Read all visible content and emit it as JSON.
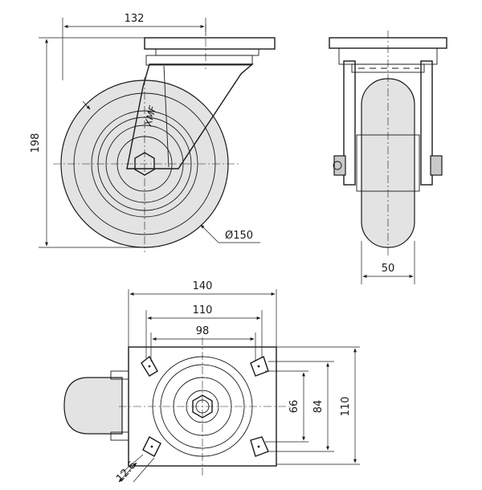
{
  "dimensions": {
    "plate_width_side": "132",
    "total_height": "198",
    "wheel_diameter": "Ø150",
    "wheel_width": "50",
    "plate_width": "140",
    "hole_spacing_outer": "110",
    "hole_spacing_inner": "98",
    "hole_spacing_vertical_inner": "66",
    "hole_spacing_vertical_mid": "84",
    "hole_spacing_vertical_outer": "110",
    "slot_width": "12.6"
  },
  "brand_mark": "XMF",
  "colors": {
    "line": "#1a1a1a",
    "wheel_fill": "#e3e3e3",
    "background": "#ffffff"
  }
}
